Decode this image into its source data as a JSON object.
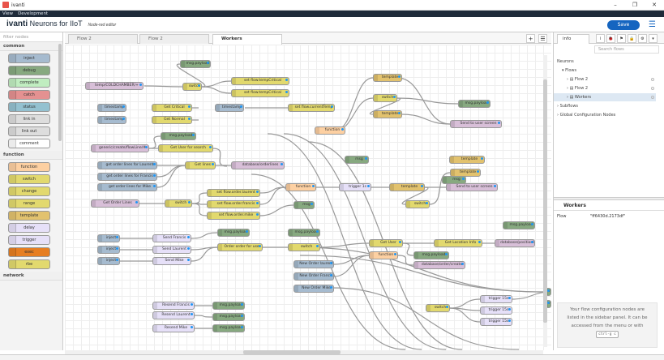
{
  "window": {
    "app_name": "ivanti",
    "controls": [
      "–",
      "❐",
      "✕"
    ]
  },
  "menu": [
    "View",
    "Development"
  ],
  "header": {
    "brand_bold": "ivanti",
    "brand_rest": " Neurons for IIoT",
    "subtitle": "Node-red editor",
    "save_label": "Save"
  },
  "palette": {
    "filter_placeholder": "filter nodes",
    "categories": [
      {
        "name": "common",
        "nodes": [
          {
            "label": "inject",
            "color": "#a6bbcf"
          },
          {
            "label": "debug",
            "color": "#87a980"
          },
          {
            "label": "complete",
            "color": "#c0edc0"
          },
          {
            "label": "catch",
            "color": "#e49191"
          },
          {
            "label": "status",
            "color": "#94c1d0"
          },
          {
            "label": "link in",
            "color": "#dddddd"
          },
          {
            "label": "link out",
            "color": "#dddddd"
          },
          {
            "label": "comment",
            "color": "#ffffff"
          }
        ]
      },
      {
        "name": "function",
        "nodes": [
          {
            "label": "function",
            "color": "#fdd0a2"
          },
          {
            "label": "switch",
            "color": "#e2d96e"
          },
          {
            "label": "change",
            "color": "#e2d96e"
          },
          {
            "label": "range",
            "color": "#e2d96e"
          },
          {
            "label": "template",
            "color": "#e2c26e"
          },
          {
            "label": "delay",
            "color": "#e6e0f8"
          },
          {
            "label": "trigger",
            "color": "#e6e0f8"
          },
          {
            "label": "exec",
            "color": "#e67e22"
          },
          {
            "label": "rbe",
            "color": "#e2d96e"
          }
        ]
      },
      {
        "name": "network",
        "nodes": []
      }
    ]
  },
  "tabs": [
    "Flow 2",
    "Flow 2",
    "Workers"
  ],
  "tab_buttons": [
    "+",
    "☰"
  ],
  "colors": {
    "inject": "#a6bbcf",
    "debug": "#87a980",
    "function": "#fdd0a2",
    "switch": "#e2d96e",
    "change": "#e2d96e",
    "template": "#e2c26e",
    "delay": "#e6e0f8",
    "storage": "#d8bfd8",
    "link": "#dddddd",
    "accent": "#1565c0"
  },
  "flow_nodes": [
    {
      "label": "msg.payload",
      "type": "debug"
    },
    {
      "label": "temp/COLDCHAMBER/+",
      "type": "storage"
    },
    {
      "label": "switch",
      "type": "switch"
    },
    {
      "label": "set flow.tempCritical",
      "type": "change"
    },
    {
      "label": "set flow.tempCritical",
      "type": "change"
    },
    {
      "label": "timestamp",
      "type": "inject"
    },
    {
      "label": "Get Critical",
      "type": "change"
    },
    {
      "label": "timestamp",
      "type": "inject"
    },
    {
      "label": "set flow.currentTemp",
      "type": "change"
    },
    {
      "label": "timestamp",
      "type": "inject"
    },
    {
      "label": "Get Normal",
      "type": "change"
    },
    {
      "label": "msg.payload",
      "type": "debug"
    },
    {
      "label": "generic/create/flowLine/#",
      "type": "storage"
    },
    {
      "label": "Get User for search",
      "type": "change"
    },
    {
      "label": "get order lines for Laurent",
      "type": "inject"
    },
    {
      "label": "get order lines for Francis",
      "type": "inject"
    },
    {
      "label": "get order lines for Mike",
      "type": "inject"
    },
    {
      "label": "Get lines",
      "type": "change"
    },
    {
      "label": "database/orderlines",
      "type": "storage"
    },
    {
      "label": "Get Order Lines",
      "type": "storage"
    },
    {
      "label": "switch",
      "type": "switch"
    },
    {
      "label": "set flow.order.laurent",
      "type": "change"
    },
    {
      "label": "set flow.order.francis",
      "type": "change"
    },
    {
      "label": "set flow.order.mike",
      "type": "change"
    },
    {
      "label": "function",
      "type": "function"
    },
    {
      "label": "msg",
      "type": "debug"
    },
    {
      "label": "msg",
      "type": "debug"
    },
    {
      "label": "trigger 1s",
      "type": "delay"
    },
    {
      "label": "template",
      "type": "template"
    },
    {
      "label": "template",
      "type": "template"
    },
    {
      "label": "switch",
      "type": "switch"
    },
    {
      "label": "template",
      "type": "template"
    },
    {
      "label": "msg.payload",
      "type": "debug"
    },
    {
      "label": "template",
      "type": "template"
    },
    {
      "label": "Send to user screen",
      "type": "storage"
    },
    {
      "label": "function",
      "type": "function"
    },
    {
      "label": "msg",
      "type": "debug"
    },
    {
      "label": "template",
      "type": "template"
    },
    {
      "label": "Send to user screen",
      "type": "storage"
    },
    {
      "label": "switch",
      "type": "switch"
    },
    {
      "label": "inject",
      "type": "inject"
    },
    {
      "label": "inject",
      "type": "inject"
    },
    {
      "label": "inject",
      "type": "inject"
    },
    {
      "label": "Send Francis",
      "type": "delay"
    },
    {
      "label": "Send Laurent",
      "type": "delay"
    },
    {
      "label": "Send Mike",
      "type": "delay"
    },
    {
      "label": "msg.payload",
      "type": "debug"
    },
    {
      "label": "Order order for user",
      "type": "change"
    },
    {
      "label": "msg.payload",
      "type": "debug"
    },
    {
      "label": "switch",
      "type": "switch"
    },
    {
      "label": "New Order laurent",
      "type": "inject"
    },
    {
      "label": "New Order Francis",
      "type": "inject"
    },
    {
      "label": "New Order Mike",
      "type": "inject"
    },
    {
      "label": "Get User",
      "type": "change"
    },
    {
      "label": "function",
      "type": "function"
    },
    {
      "label": "Get Location Info",
      "type": "change"
    },
    {
      "label": "database/positionInfo",
      "type": "storage"
    },
    {
      "label": "msg.payload",
      "type": "debug"
    },
    {
      "label": "msg.payload",
      "type": "debug"
    },
    {
      "label": "database/order/create",
      "type": "storage"
    },
    {
      "label": "Resend Francis",
      "type": "delay"
    },
    {
      "label": "Resend Laurent",
      "type": "delay"
    },
    {
      "label": "Resend Mike",
      "type": "delay"
    },
    {
      "label": "msg.payload",
      "type": "debug"
    },
    {
      "label": "msg.payload",
      "type": "debug"
    },
    {
      "label": "msg.payload",
      "type": "debug"
    },
    {
      "label": "switch",
      "type": "switch"
    },
    {
      "label": "trigger 15s",
      "type": "delay"
    },
    {
      "label": "trigger 15s",
      "type": "delay"
    },
    {
      "label": "trigger 15s",
      "type": "delay"
    },
    {
      "label": "msg.payload",
      "type": "debug"
    },
    {
      "label": "msg.payload",
      "type": "debug"
    }
  ],
  "sidebar": {
    "tab_label": "info",
    "icons": [
      "i",
      "🐞",
      "⚑",
      "🔒",
      "⚙",
      "▾"
    ],
    "search_placeholder": "Search flows",
    "tree": {
      "root": "Neurons",
      "flows_label": "Flows",
      "flows": [
        "Flow 2",
        "Flow 2",
        "Workers"
      ],
      "subflows_label": "Subflows",
      "global_label": "Global Configuration Nodes"
    },
    "props_title": "Workers",
    "prop_key": "Flow",
    "prop_value": "\"ff6430d.2173df\"",
    "help_line1": "Your flow configuration nodes are",
    "help_line2": "listed in the sidebar panel. It can be",
    "help_line3": "accessed from the menu or with",
    "help_kbd": "ctrl-g c"
  }
}
